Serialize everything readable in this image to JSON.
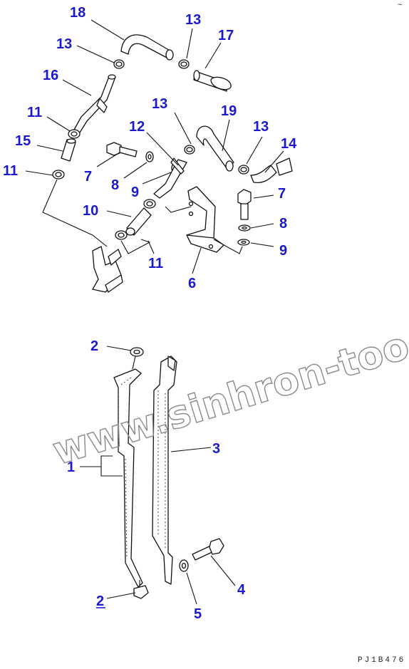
{
  "diagram": {
    "callouts": {
      "c18": "18",
      "c13a": "13",
      "c17": "17",
      "c13b": "13",
      "c16": "16",
      "c11a": "11",
      "c15": "15",
      "c11b": "11",
      "c13c": "13",
      "c19": "19",
      "c12": "12",
      "c13d": "13",
      "c14": "14",
      "c7a": "7",
      "c8a": "8",
      "c9a": "9",
      "c7b": "7",
      "c8b": "8",
      "c9b": "9",
      "c10": "10",
      "c11c": "11",
      "c6": "6",
      "c2a": "2",
      "c3": "3",
      "c1": "1",
      "c4": "4",
      "c2b": "2",
      "c5": "5"
    },
    "watermark": "www.sinhron-too.kz",
    "doc_id": "PJ1B476",
    "corner_mark": "~"
  }
}
